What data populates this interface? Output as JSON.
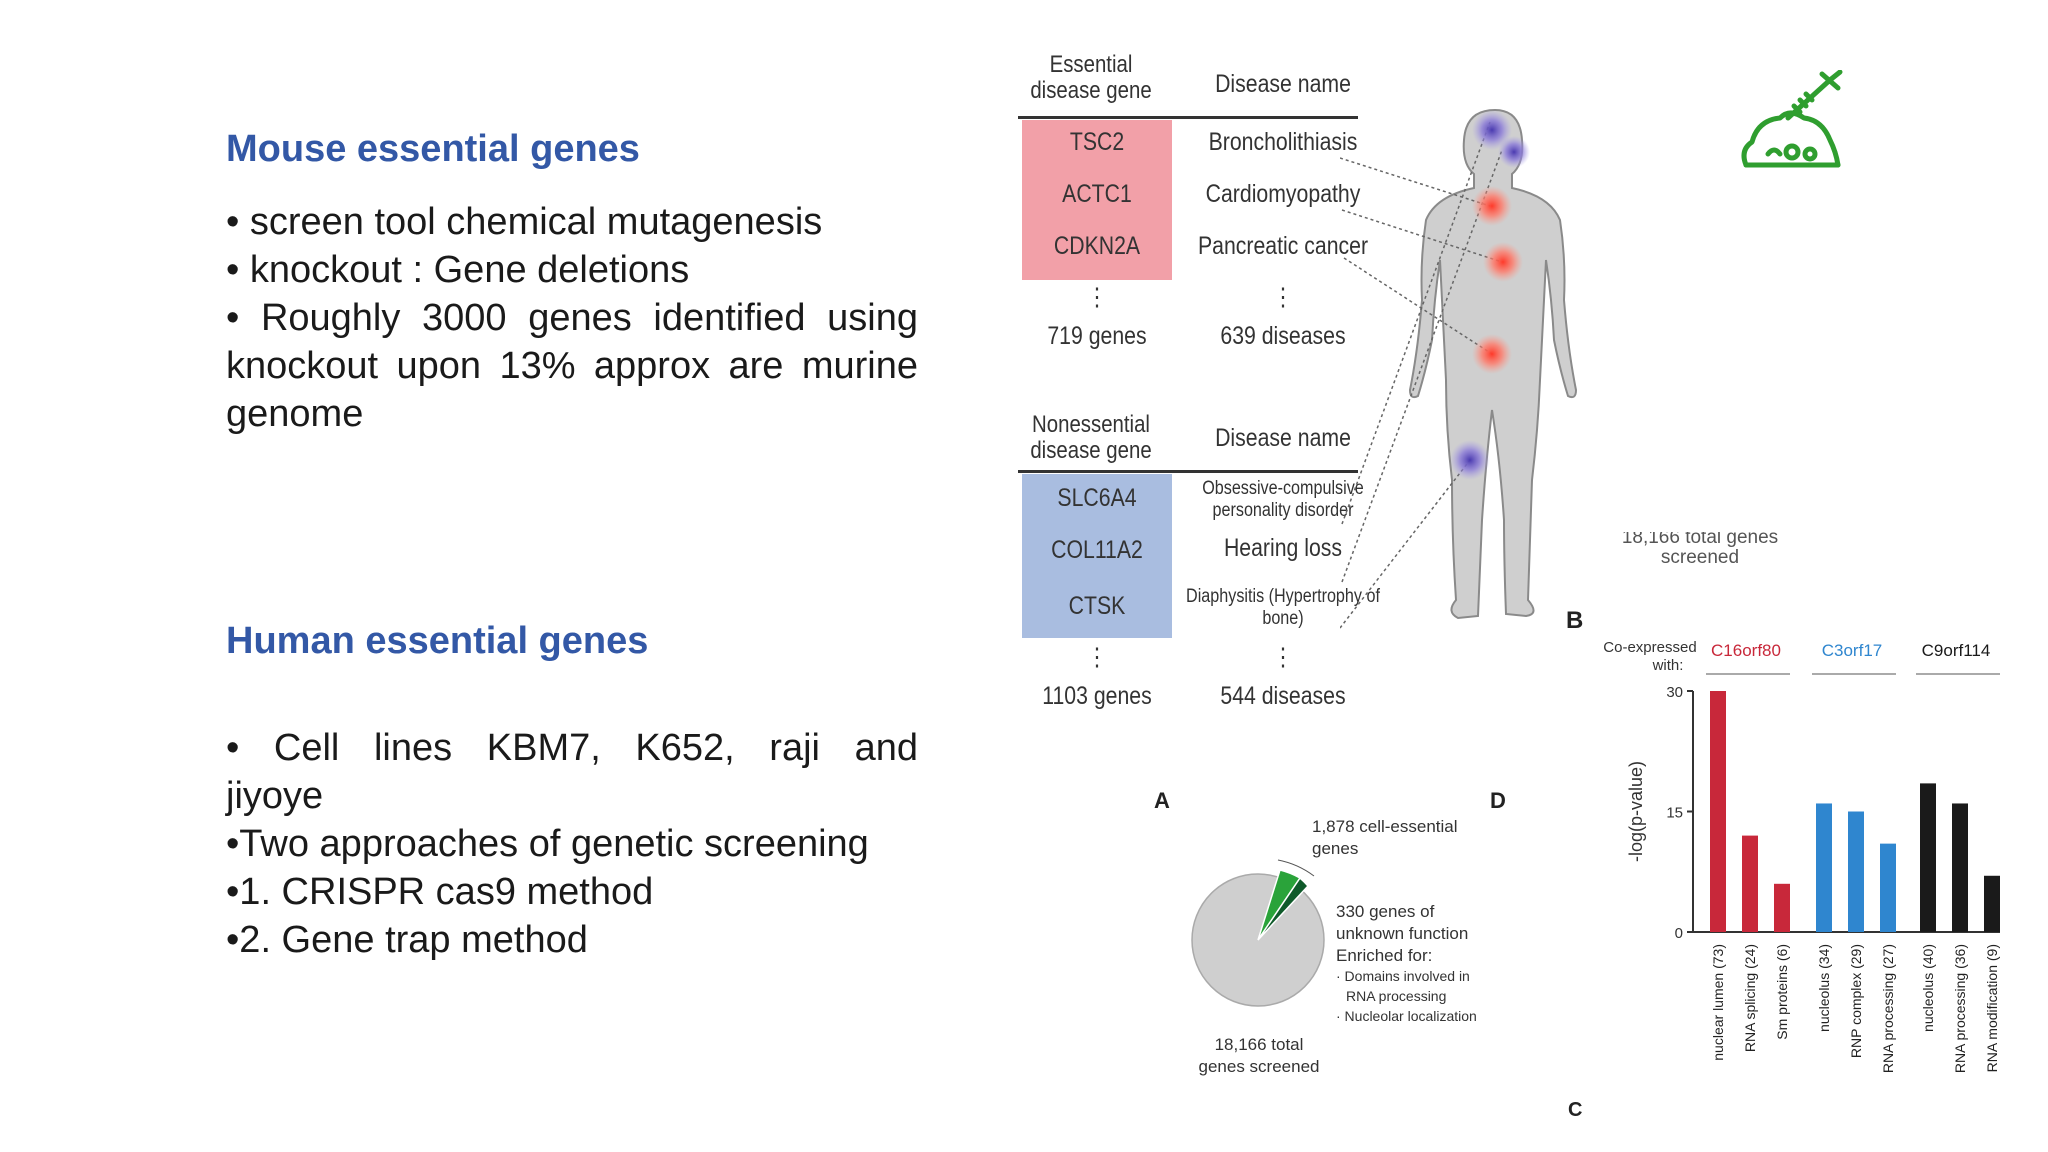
{
  "mouse": {
    "heading": "Mouse essential genes",
    "b1": "• screen tool chemical mutagenesis",
    "b2": "•  knockout : Gene deletions",
    "b3": "• Roughly 3000 genes identified using knockout upon 13% approx are murine genome"
  },
  "human": {
    "heading": "Human essential genes",
    "b1": "• Cell lines   KBM7, K652, raji and jiyoye",
    "b2": "•Two approaches of genetic screening",
    "b3": "•1. CRISPR cas9 method",
    "b4": "•2. Gene trap method"
  },
  "icon": {
    "name": "mouse-syringe-icon",
    "color": "#2f9e2f"
  },
  "disease_table": {
    "essential": {
      "col1_header": "Essential disease gene",
      "col2_header": "Disease name",
      "rows": [
        {
          "gene": "TSC2",
          "disease": "Broncholithiasis"
        },
        {
          "gene": "ACTC1",
          "disease": "Cardiomyopathy"
        },
        {
          "gene": "CDKN2A",
          "disease": "Pancreatic cancer"
        }
      ],
      "dots": "⋮",
      "gene_count": "719 genes",
      "disease_count": "639 diseases",
      "color": "#f2a0a8"
    },
    "nonessential": {
      "col1_header": "Nonessential disease gene",
      "col2_header": "Disease name",
      "rows": [
        {
          "gene": "SLC6A4",
          "disease": "Obsessive-compulsive personality disorder"
        },
        {
          "gene": "COL11A2",
          "disease": "Hearing loss"
        },
        {
          "gene": "CTSK",
          "disease": "Diaphysitis (Hypertrophy of bone)"
        }
      ],
      "dots": "⋮",
      "gene_count": "1103 genes",
      "disease_count": "544 diseases",
      "color": "#a9bde0"
    }
  },
  "pie": {
    "panel_label": "A",
    "panel_label_d": "D",
    "essential_label": "1,878 cell-essential genes",
    "unknown_label_1": "330 genes of",
    "unknown_label_2": "unknown function",
    "unknown_label_3": "Enriched for:",
    "unknown_label_4": "· Domains involved in",
    "unknown_label_5": "RNA processing",
    "unknown_label_6": "· Nucleolar localization",
    "total_label": "18,166 total genes screened",
    "faded_total": "18,166 total genes screened"
  },
  "chart_data": {
    "type": "bar",
    "panel_label": "B",
    "coexpressed_label": "Co-expressed with:",
    "ylabel": "-log(p-value)",
    "ylim": [
      0,
      30
    ],
    "yticks": [
      "0",
      "15",
      "30"
    ],
    "groups": [
      {
        "name": "C16orf80",
        "color": "#c8283a",
        "categories": [
          "nuclear lumen (73)",
          "RNA splicing (24)",
          "Sm proteins (6)"
        ],
        "values": [
          30,
          12,
          6
        ]
      },
      {
        "name": "C3orf17",
        "color": "#2f86cf",
        "categories": [
          "nucleolus (34)",
          "RNP complex (29)",
          "RNA processing (27)"
        ],
        "values": [
          16,
          15,
          11
        ]
      },
      {
        "name": "C9orf114",
        "color": "#1a1a1a",
        "categories": [
          "nucleolus (40)",
          "RNA processing (36)",
          "RNA modification (9)"
        ],
        "values": [
          18.5,
          16,
          7
        ]
      }
    ],
    "panel_c": "C"
  }
}
